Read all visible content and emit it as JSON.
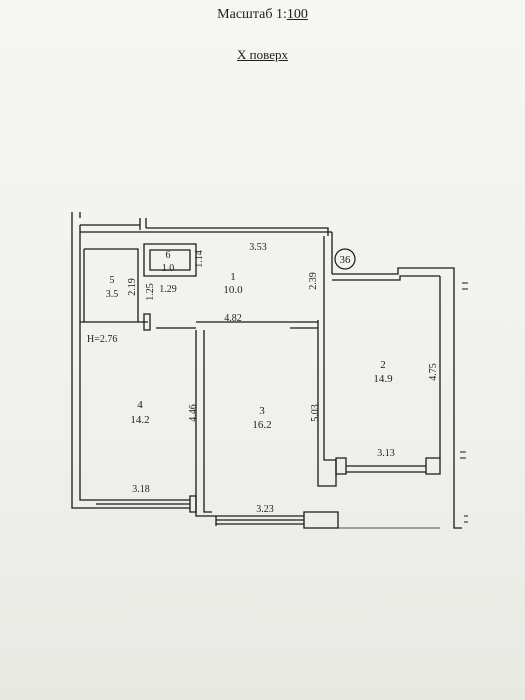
{
  "header": {
    "scale_prefix": "Масштаб 1:",
    "scale_value": "100",
    "floor_label": "X поверх"
  },
  "apartment_number": "36",
  "ceiling_height": "H=2.76",
  "rooms": [
    {
      "number": "1",
      "area": "10.0"
    },
    {
      "number": "2",
      "area": "14.9"
    },
    {
      "number": "3",
      "area": "16.2"
    },
    {
      "number": "4",
      "area": "14.2"
    },
    {
      "number": "5",
      "area": "3.5"
    },
    {
      "number": "6",
      "area": "1.0"
    }
  ],
  "dimensions": {
    "d353": "3.53",
    "d114": "1.14",
    "d239": "2.39",
    "d219": "2.19",
    "d125": "1.25",
    "d129": "1.29",
    "d482": "4.82",
    "d475": "4.75",
    "d446": "4.46",
    "d503": "5.03",
    "d313": "3.13",
    "d318": "3.18",
    "d323": "3.23"
  }
}
